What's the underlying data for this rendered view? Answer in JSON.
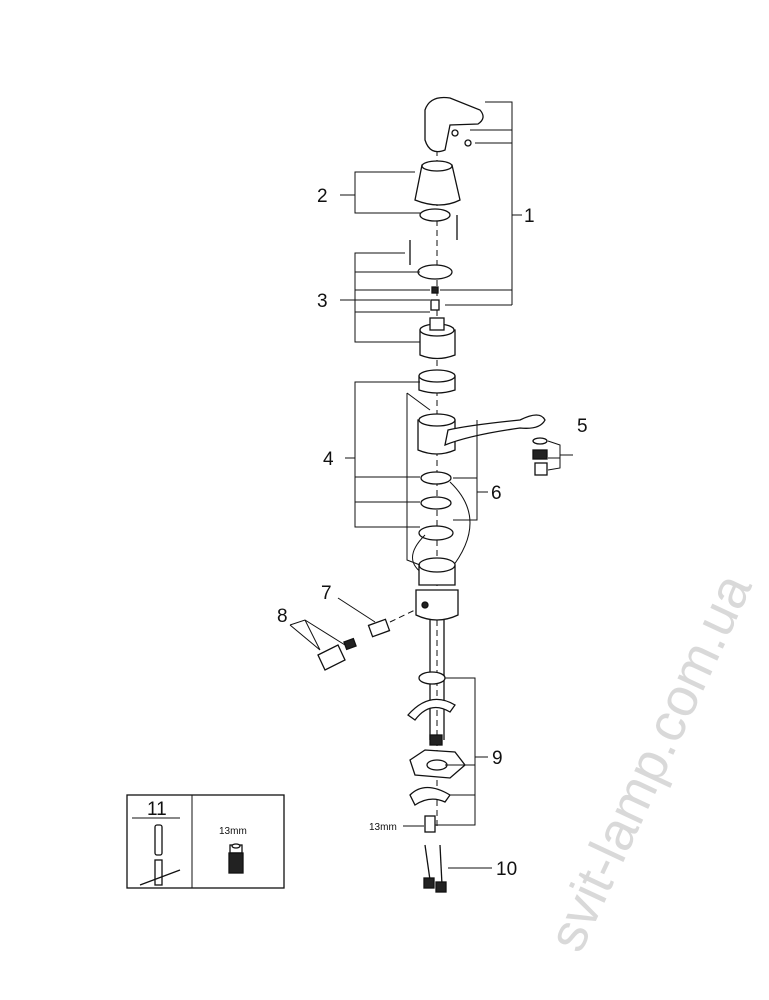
{
  "watermark": "svit-lamp.com.ua",
  "callouts": {
    "c1": "1",
    "c2": "2",
    "c3": "3",
    "c4": "4",
    "c5": "5",
    "c6": "6",
    "c7": "7",
    "c8": "8",
    "c9": "9",
    "c10": "10"
  },
  "wrench_size": "13mm",
  "tool_box": {
    "number": "11",
    "socket_size": "13mm"
  }
}
